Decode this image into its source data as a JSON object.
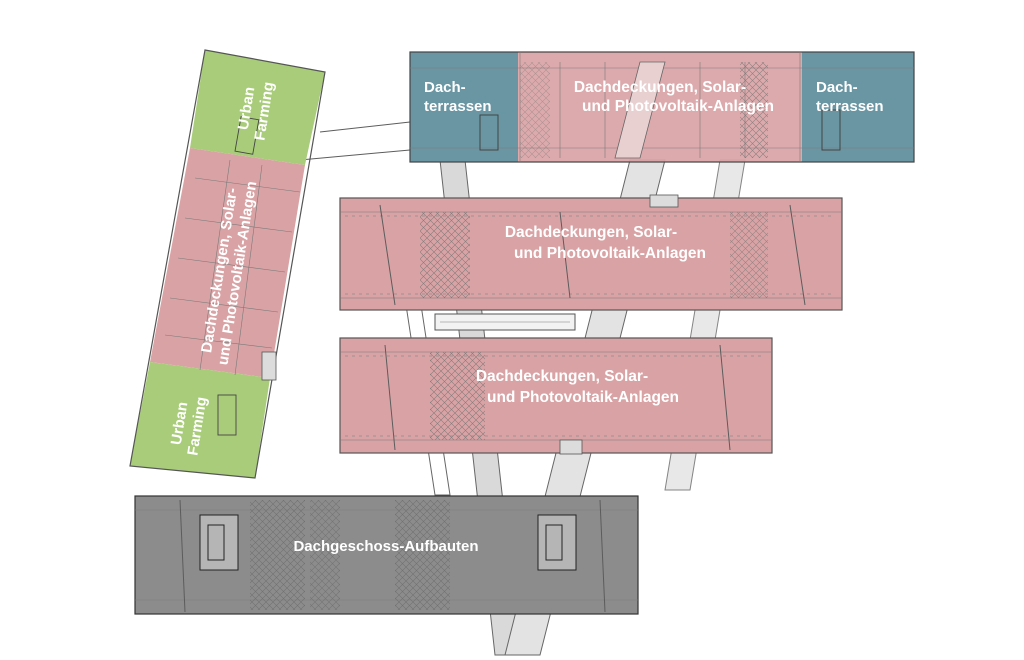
{
  "labels": {
    "roof_terrace_left": [
      "Dach-",
      "terrassen"
    ],
    "roof_terrace_right": [
      "Dach-",
      "terrassen"
    ],
    "top_center": [
      "Dachdeckungen, Solar-",
      "und Photovoltaik-Anlagen"
    ],
    "middle_upper": [
      "Dachdeckungen, Solar-",
      "und Photovoltaik-Anlagen"
    ],
    "middle_lower": [
      "Dachdeckungen, Solar-",
      "und Photovoltaik-Anlagen"
    ],
    "left_wing": [
      "Dachdeckungen, Solar-",
      "und Photovoltaik-Anlagen"
    ],
    "urban_farming_top": [
      "Urban",
      "Farming"
    ],
    "urban_farming_bottom": [
      "Urban",
      "Farming"
    ],
    "bottom_block": "Dachgeschoss-Aufbauten"
  },
  "colors": {
    "pv_roof": "#d9a3a5",
    "roof_terrace": "#6a96a4",
    "urban_farming": "#a9cc7a",
    "roof_structures": "#8c8c8c",
    "background": "#ffffff"
  }
}
